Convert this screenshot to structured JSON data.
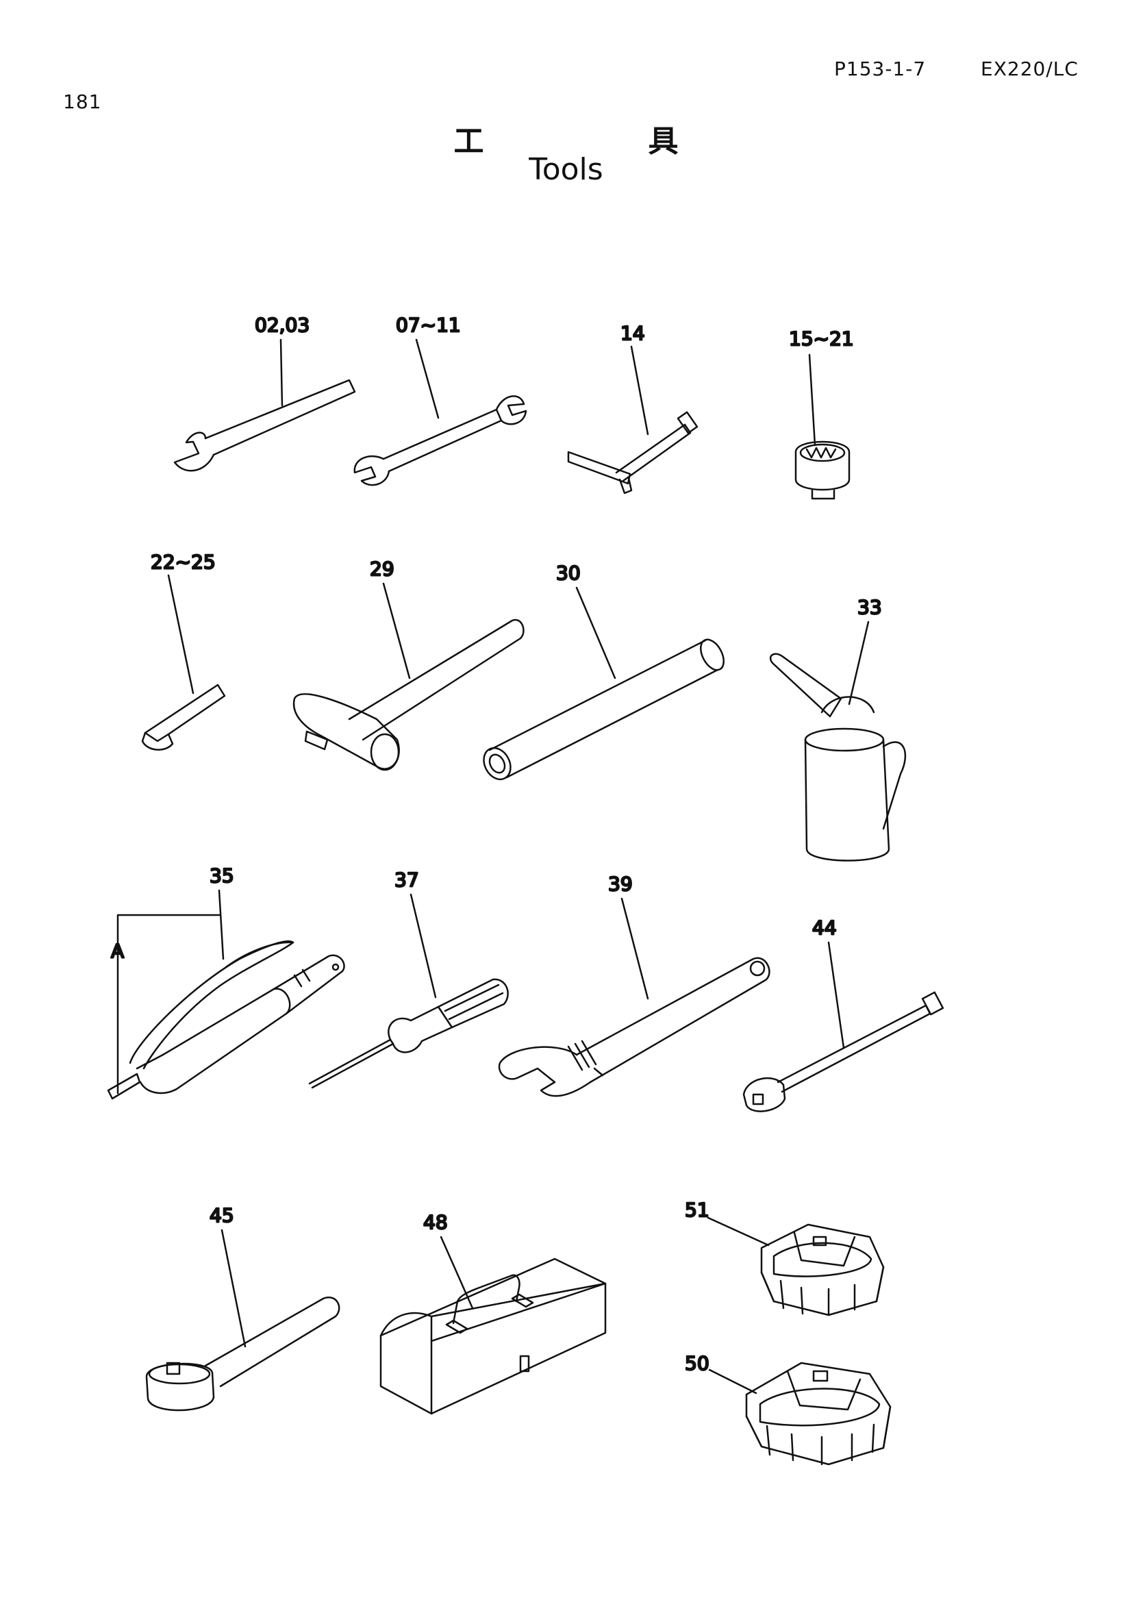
{
  "header": {
    "page_number": "181",
    "part_code": "P153-1-7",
    "model": "EX220/LC"
  },
  "title": {
    "jp_left": "工",
    "jp_right": "具",
    "en": "Tools"
  },
  "callouts": {
    "c_02_03": "02,03",
    "c_07_11": "07~11",
    "c_14": "14",
    "c_15_21": "15~21",
    "c_22_25": "22~25",
    "c_29": "29",
    "c_30": "30",
    "c_33": "33",
    "c_35": "35",
    "c_A": "A",
    "c_37": "37",
    "c_39": "39",
    "c_44": "44",
    "c_45": "45",
    "c_48": "48",
    "c_51": "51",
    "c_50": "50"
  },
  "colors": {
    "ink": "#111111",
    "paper": "#ffffff"
  }
}
